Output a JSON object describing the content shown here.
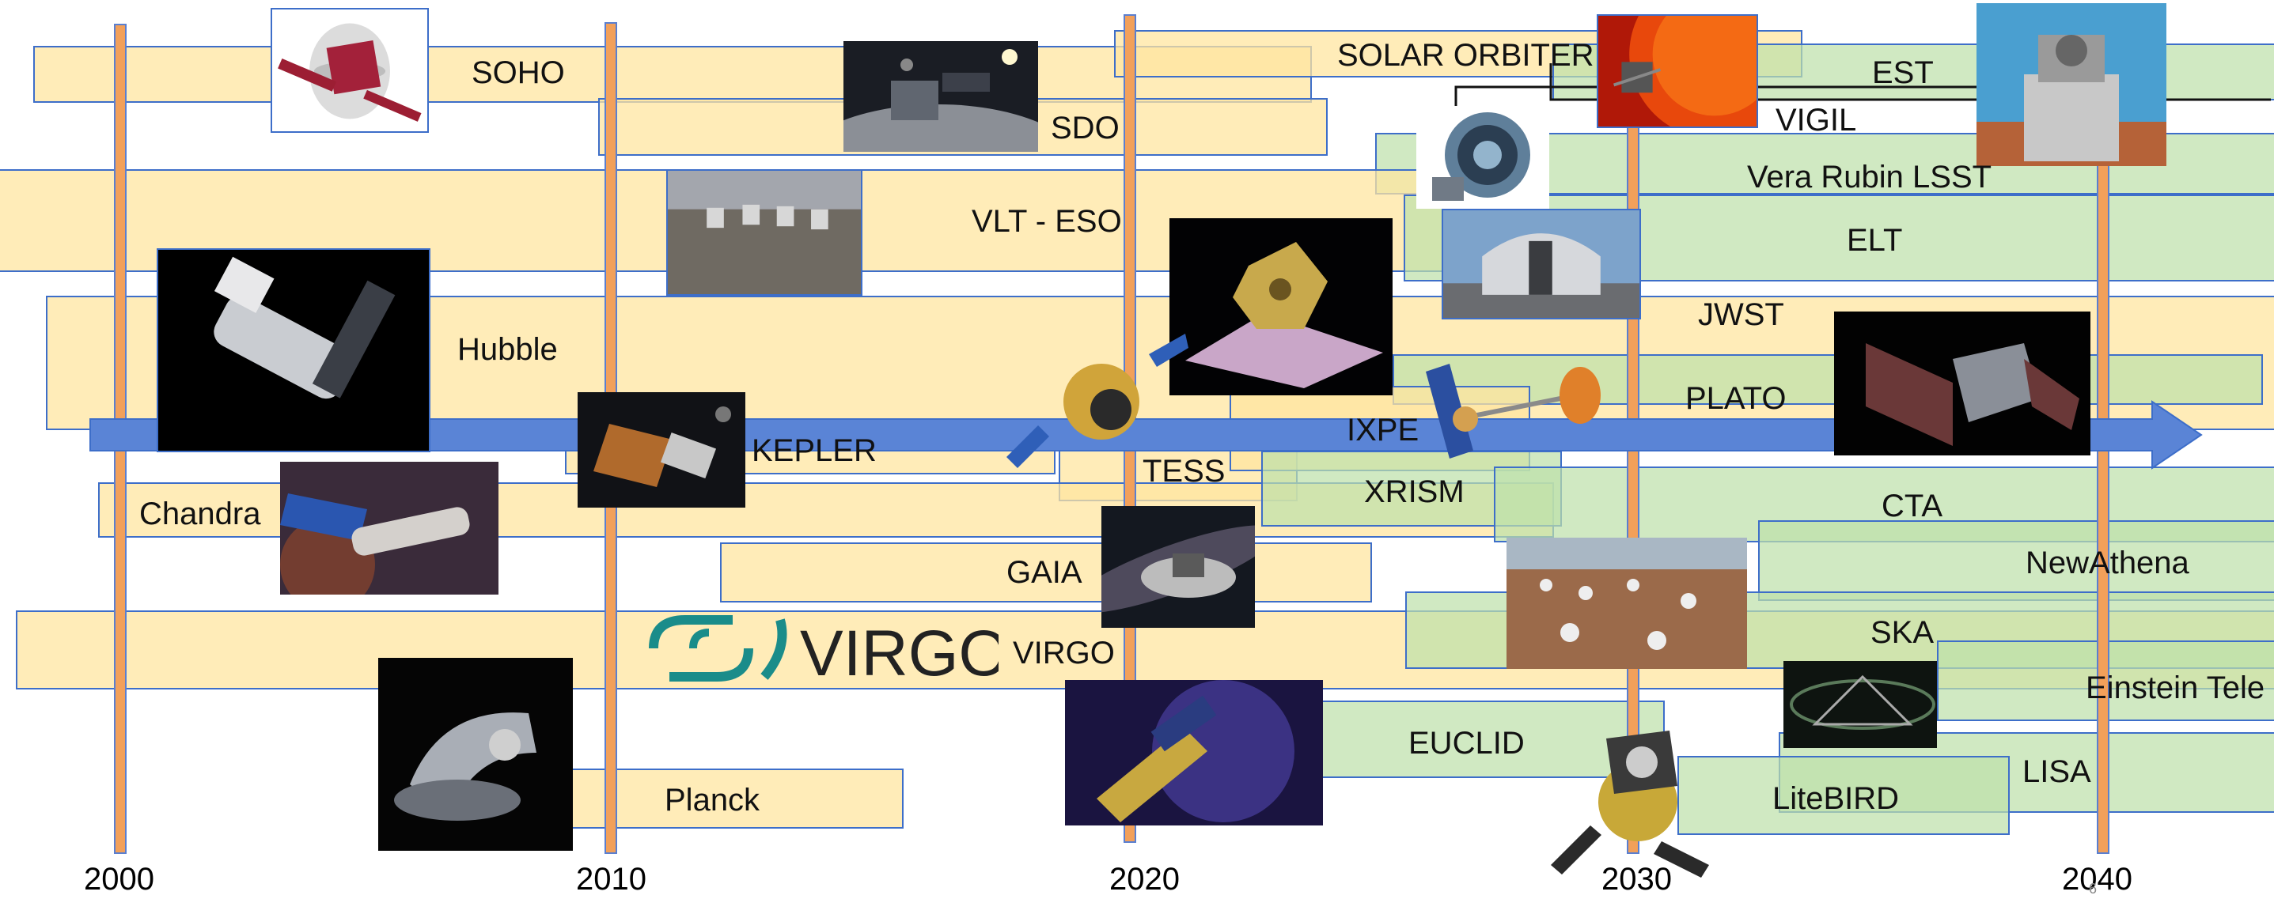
{
  "colors": {
    "current_bar": "#ffe6a0",
    "future_bar": "#bee1aa",
    "bar_border": "#3d6ec9",
    "year_line": "#f2a05a",
    "arrow": "#5a84d6"
  },
  "axis": {
    "years": [
      "2000",
      "2010",
      "2020",
      "2030",
      "2040"
    ]
  },
  "missions": {
    "soho": "SOHO",
    "sdo": "SDO",
    "solar_orbiter": "SOLAR ORBITER",
    "est": "EST",
    "vigil": "VIGIL",
    "vera_rubin": "Vera Rubin LSST",
    "vlt": "VLT - ESO",
    "elt": "ELT",
    "jwst": "JWST",
    "hubble": "Hubble",
    "plato": "PLATO",
    "ixpe": "IXPE",
    "kepler": "KEPLER",
    "tess": "TESS",
    "xrism": "XRISM",
    "chandra": "Chandra",
    "cta": "CTA",
    "gaia": "GAIA",
    "newathena": "NewAthena",
    "ska": "SKA",
    "virgo": "VIRGO",
    "virgo_logo_text": "VIRGO",
    "einstein": "Einstein Tele",
    "euclid": "EUCLID",
    "lisa": "LISA",
    "planck": "Planck",
    "litebird": "LiteBIRD"
  },
  "page_number": "6"
}
